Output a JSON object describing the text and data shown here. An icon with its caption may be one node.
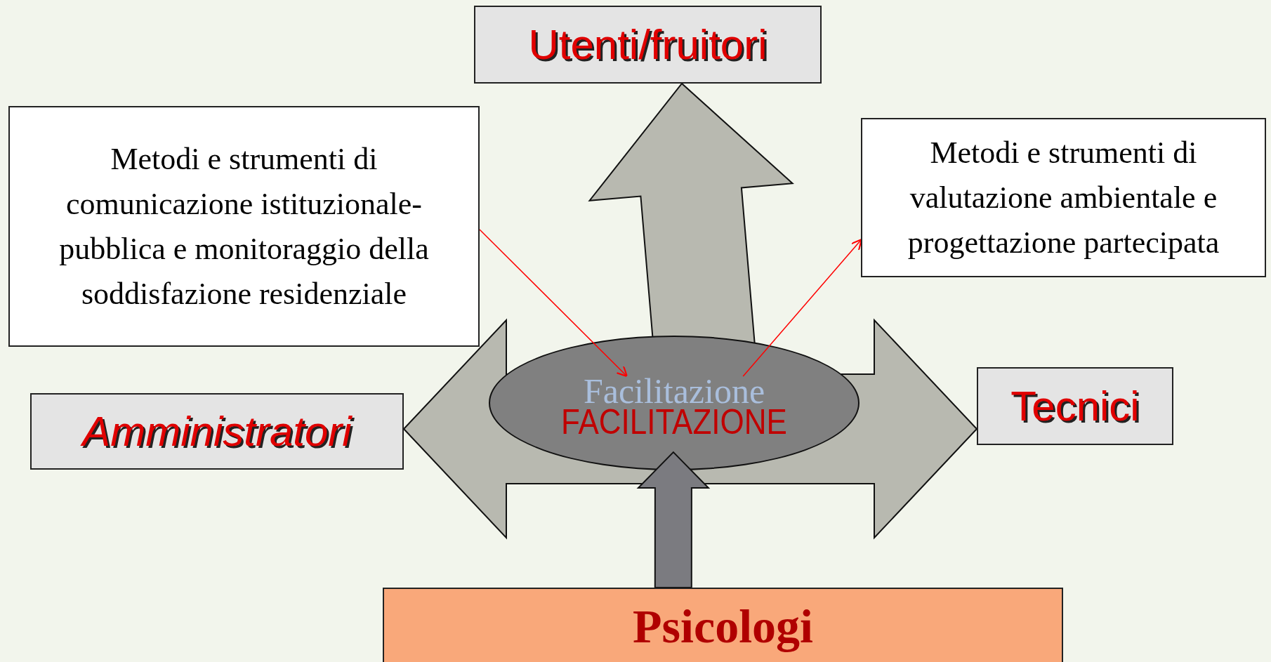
{
  "diagram": {
    "nodes": [
      {
        "text": [
          "Utenti/fruitori"
        ]
      },
      {
        "text": [
          "Metodi e strumenti di comunicazione istituzionale-pubblica e monitoraggio della soddisfazione residenziale"
        ]
      },
      {
        "text": [
          "Metodi e strumenti di valutazione ambientale e progettazione partecipata"
        ]
      },
      {
        "text": [
          "Amministratori"
        ]
      },
      {
        "text": [
          "Facilitazione",
          "FACILITAZIONE"
        ]
      },
      {
        "text": [
          "Tecnici"
        ]
      },
      {
        "text": [
          "Psicologi"
        ]
      }
    ],
    "edges": [
      {
        "from": 4,
        "to": 3,
        "arrow": "to",
        "style": "thick"
      },
      {
        "from": 4,
        "to": 5,
        "arrow": "to",
        "style": "thick"
      },
      {
        "from": 4,
        "to": 0,
        "arrow": "to",
        "style": "thick"
      },
      {
        "from": 6,
        "to": 4,
        "arrow": "to",
        "style": "thick",
        "color": "#7b7b80"
      },
      {
        "from": 1,
        "to": 4,
        "arrow": "to",
        "color": "#ff0000"
      },
      {
        "from": 4,
        "to": 2,
        "arrow": "to",
        "color": "#ff0000"
      }
    ]
  }
}
